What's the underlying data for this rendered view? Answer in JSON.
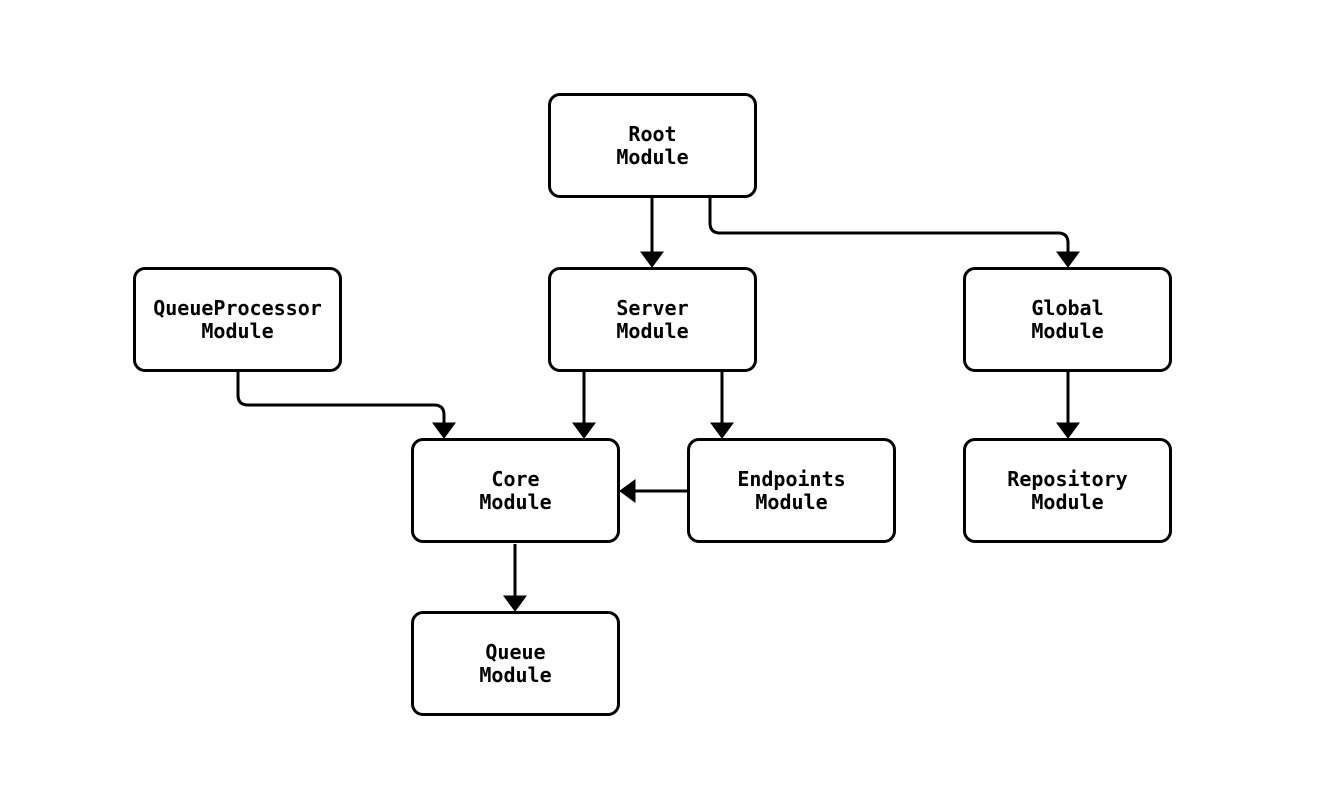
{
  "diagram": {
    "type": "flowchart",
    "direction": "top-down",
    "background_color": "#ffffff",
    "node_fill_color": "#ffffff",
    "node_border_color": "#000000",
    "edge_color": "#000000",
    "text_color": "#000000",
    "nodes": {
      "root": {
        "label": "Root\nModule"
      },
      "queueprocessor": {
        "label": "QueueProcessor\nModule"
      },
      "server": {
        "label": "Server\nModule"
      },
      "global": {
        "label": "Global\nModule"
      },
      "core": {
        "label": "Core\nModule"
      },
      "endpoints": {
        "label": "Endpoints\nModule"
      },
      "repository": {
        "label": "Repository\nModule"
      },
      "queue": {
        "label": "Queue\nModule"
      }
    },
    "edges": [
      {
        "from": "root",
        "to": "server"
      },
      {
        "from": "root",
        "to": "global"
      },
      {
        "from": "queueprocessor",
        "to": "core"
      },
      {
        "from": "server",
        "to": "core"
      },
      {
        "from": "server",
        "to": "endpoints"
      },
      {
        "from": "endpoints",
        "to": "core"
      },
      {
        "from": "global",
        "to": "repository"
      },
      {
        "from": "core",
        "to": "queue"
      }
    ]
  }
}
